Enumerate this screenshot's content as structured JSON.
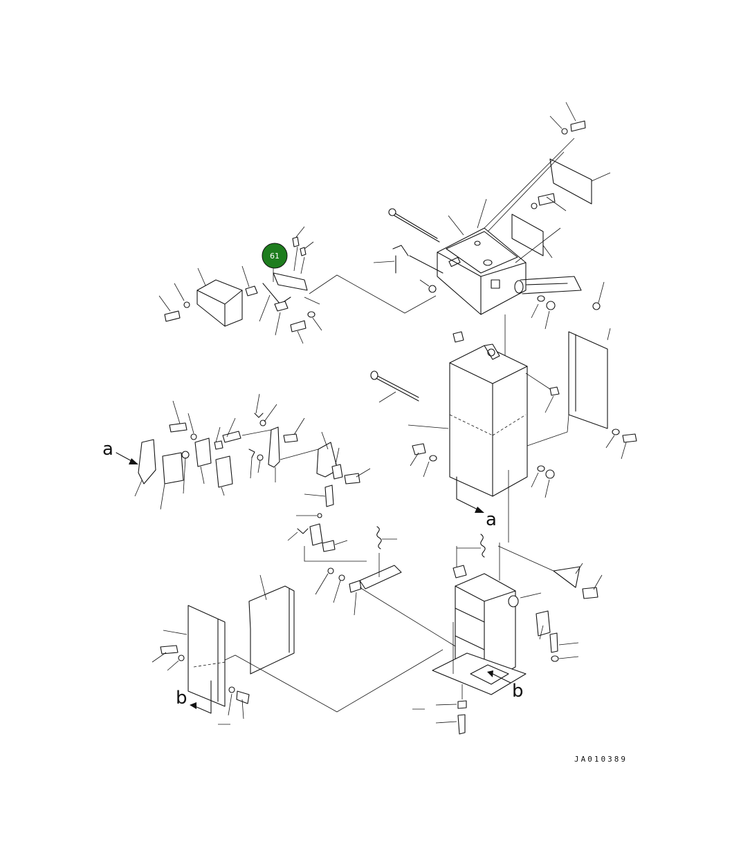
{
  "diagram": {
    "callout": {
      "label": "61",
      "color": "#1e7d1e"
    },
    "view_markers": {
      "a": "a",
      "b": "b"
    },
    "drawing_code": "JA010389"
  }
}
